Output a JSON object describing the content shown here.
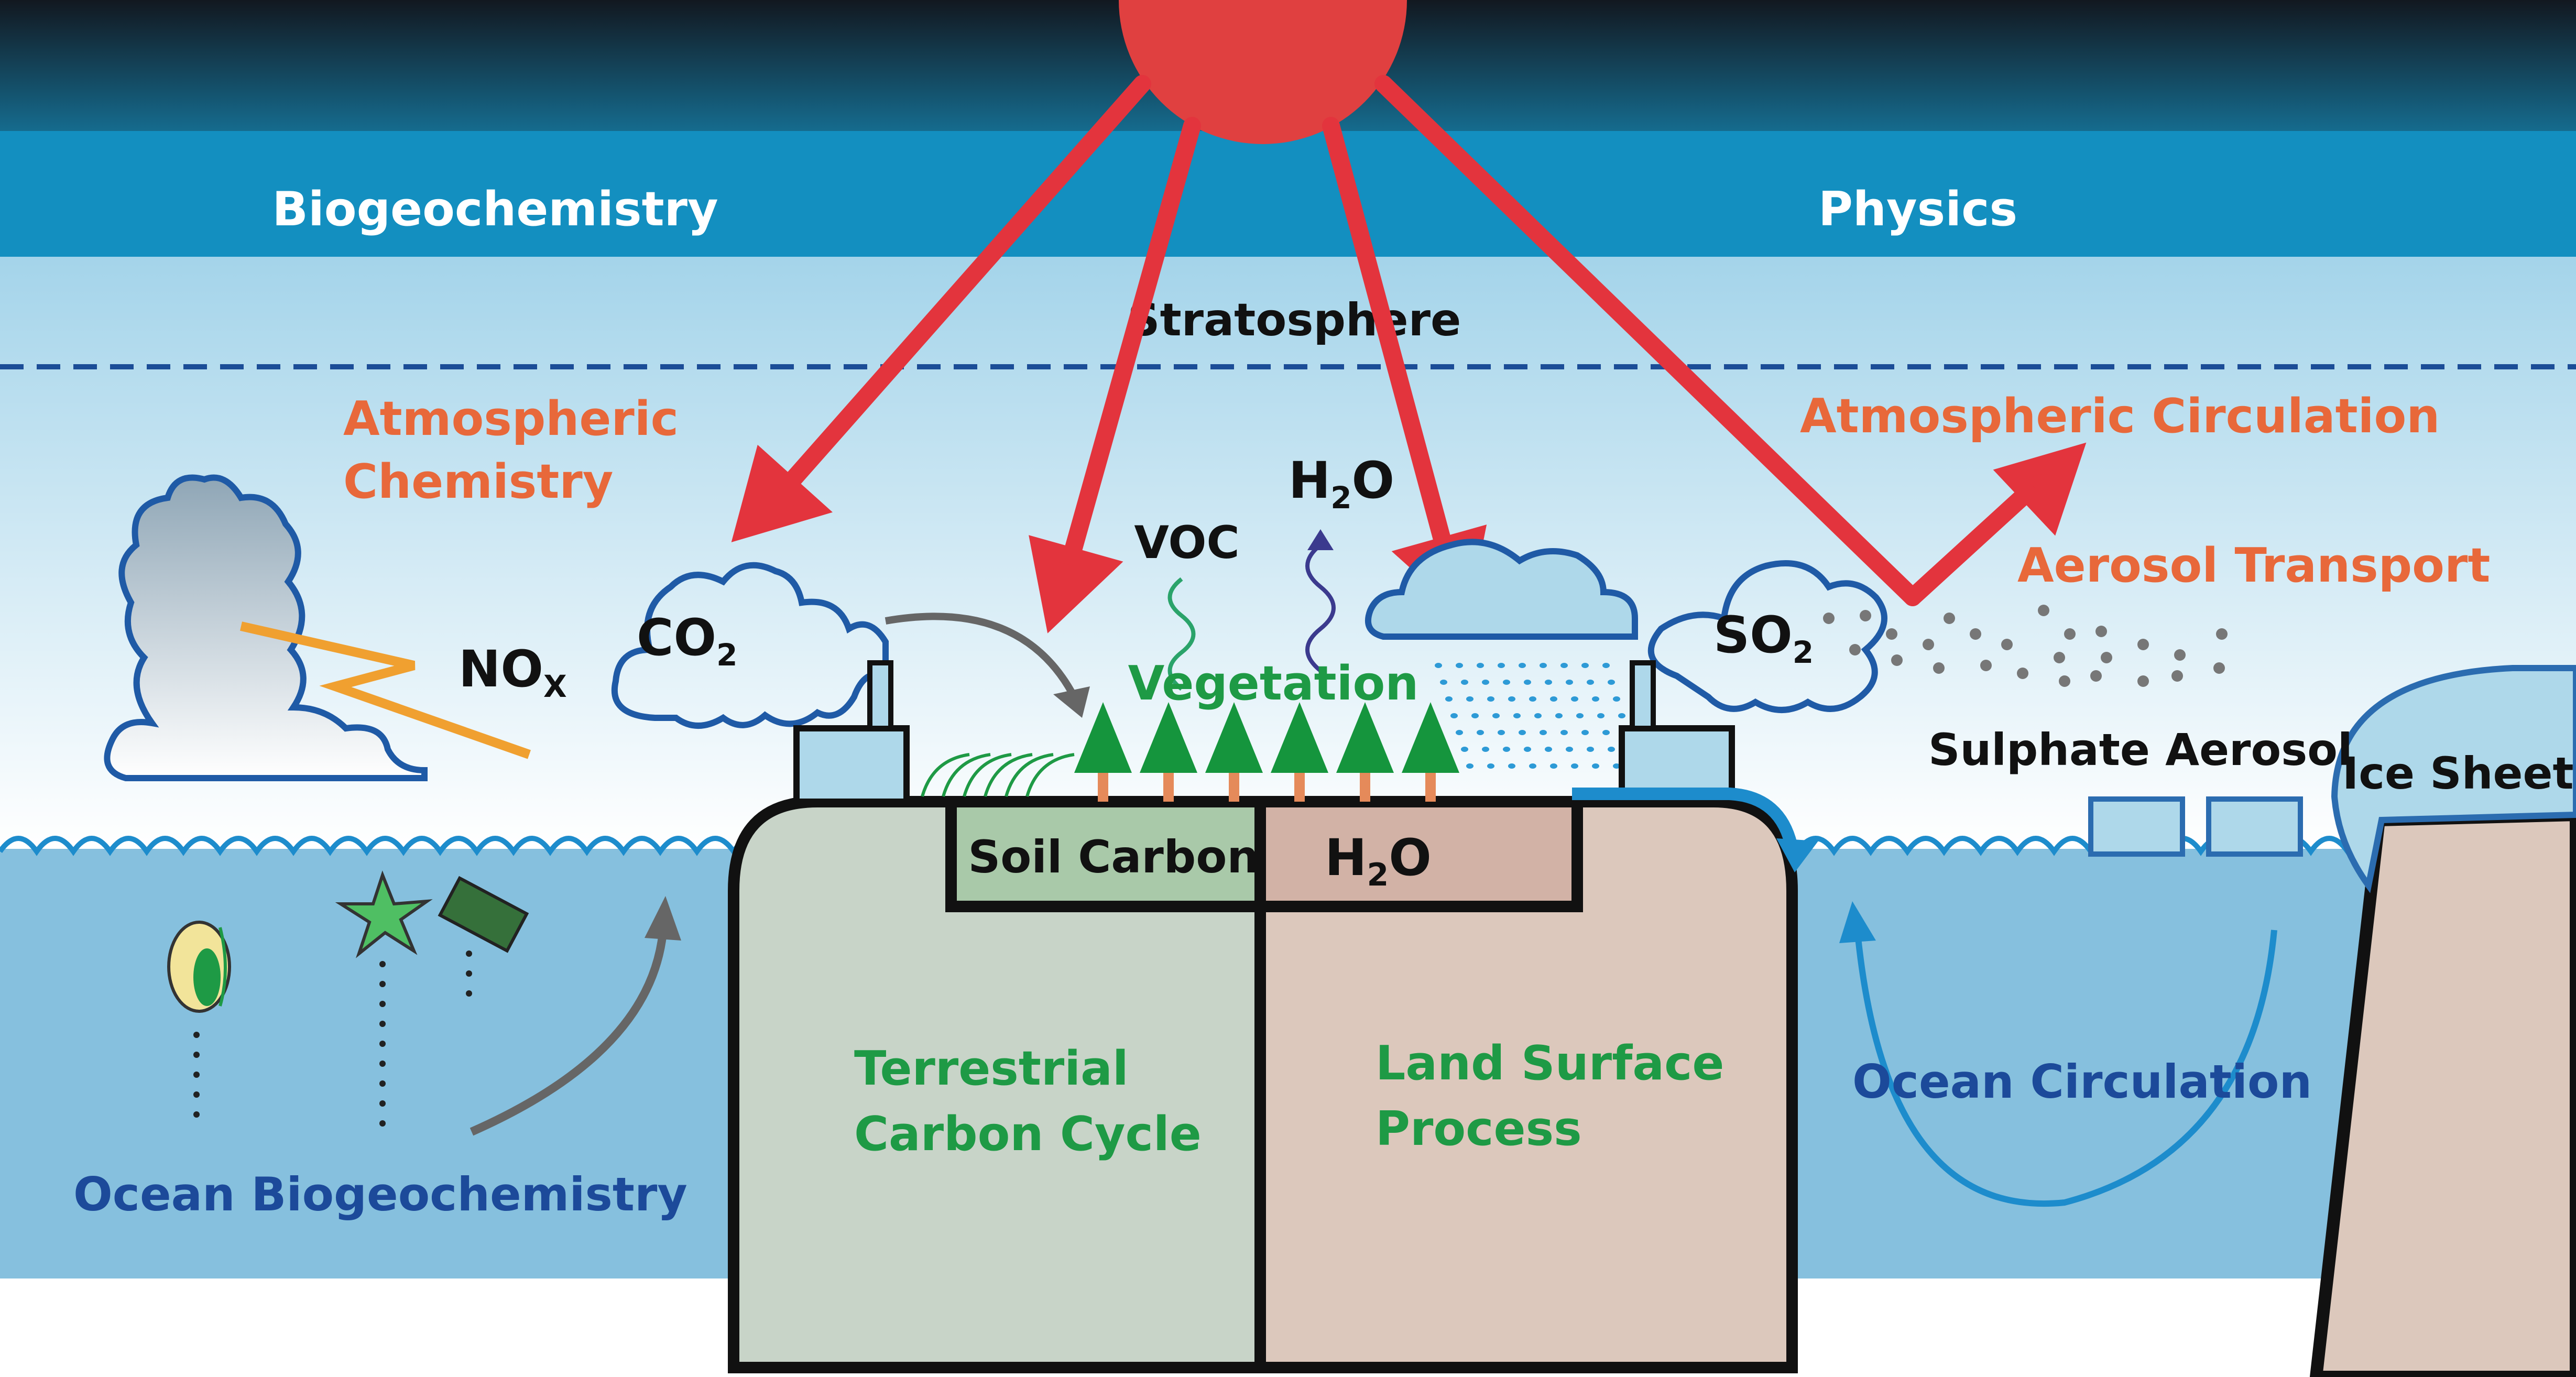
{
  "header": {
    "left_title": "Biogeochemistry",
    "right_title": "Physics"
  },
  "labels": {
    "stratosphere": "Stratosphere",
    "atmospheric_chemistry_line1": "Atmospheric",
    "atmospheric_chemistry_line2": "Chemistry",
    "atmospheric_circulation": "Atmospheric Circulation",
    "aerosol_transport": "Aerosol Transport",
    "sulphate_aerosol": "Sulphate Aerosol",
    "ice_sheet": "Ice Sheet",
    "vegetation": "Vegetation",
    "voc": "VOC",
    "h2o_main": "H",
    "h2o_sub": "2",
    "h2o_tail": "O",
    "co2_main": "CO",
    "co2_sub": "2",
    "so2_main": "SO",
    "so2_sub": "2",
    "nox_main": "NO",
    "nox_sub": "X",
    "soil_carbon": "Soil Carbon",
    "terrestrial_line1": "Terrestrial",
    "terrestrial_line2": "Carbon Cycle",
    "land_surface_line1": "Land Surface",
    "land_surface_line2": "Process",
    "ocean_circulation": "Ocean Circulation",
    "ocean_biogeochemistry": "Ocean Biogeochemistry"
  },
  "colors": {
    "sky_top": "#151f29",
    "header_band": "#138fc0",
    "sky": "#aed8ea",
    "ocean": "#86c0de",
    "sun": "#e04040",
    "ray": "#e3343d",
    "orange_text": "#e8683a",
    "green_text": "#1e9a45",
    "blue_text": "#1c4a9a",
    "terrestrial": "#c8d4c8",
    "land_surface": "#dcc8bc",
    "soil_box": "#a9c9a9",
    "h2o_box": "#d2b2a6",
    "tree": "#15953d",
    "outline_blue": "#2b6cb0"
  }
}
